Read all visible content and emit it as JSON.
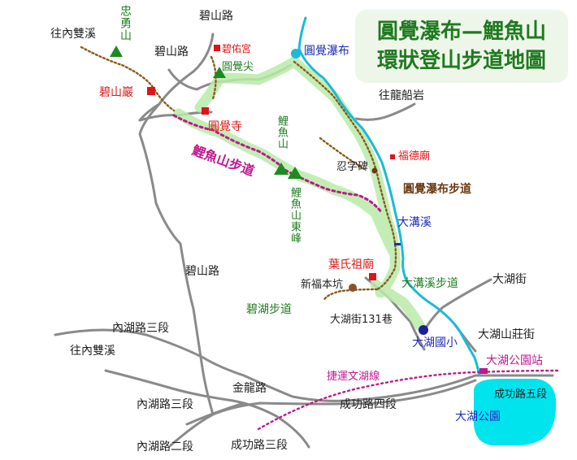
{
  "title": {
    "line1": "圓覺瀑布—鯉魚山",
    "line2": "環狀登山步道地圖"
  },
  "labels": {
    "zhongyong": "忠勇山",
    "bishan_rd_top": "碧山路",
    "to_neishuangxi_top": "往內雙溪",
    "bishan_rd_mid": "碧山路",
    "biyou_temple": "碧佑宮",
    "yuanjue_peak": "圓覺尖",
    "yuanjue_falls": "圓覺瀑布",
    "bishan_rock": "碧山巖",
    "liyu_mountain": "鯉魚山",
    "yuanjue_temple": "圓覺寺",
    "to_longchuan": "往龍船岩",
    "fude_temple": "福德廟",
    "liyu_trail": "鯉魚山步道",
    "renzi_stele": "忍字碑",
    "yuanjue_trail": "圓覺瀑布步道",
    "liyu_east_peak": "鯉魚山東峰",
    "dagou_creek": "大溝溪",
    "bishan_rd_low": "碧山路",
    "ye_temple": "葉氏祖廟",
    "xinfu_pit": "新福本坑",
    "dagou_trail": "大溝溪步道",
    "dahu_st": "大湖街",
    "bihu_trail": "碧湖步道",
    "dahu_st_131": "大湖街131巷",
    "neihu_rd3": "內湖路三段",
    "dahu_school": "大湖國小",
    "dahu_villa_st": "大湖山莊街",
    "to_neishuangxi_low": "往內雙溪",
    "dahu_park_station": "大湖公園站",
    "mrt_line": "捷運文湖線",
    "jinlong_rd": "金龍路",
    "chenggong_rd5": "成功路五段",
    "neihu_rd3_b": "內湖路三段",
    "chenggong_rd4": "成功路四段",
    "dahu_park": "大湖公園",
    "neihu_rd2": "內湖路二段",
    "chenggong_rd3": "成功路三段"
  },
  "colors": {
    "title_bg": "#eef6ea",
    "title_text": "#1f7a1f",
    "road": "#8a8a8a",
    "trail_glow": "#b8ecaa",
    "trail_dots": "#8b5a1a",
    "liyu_trail": "#c0188a",
    "river": "#1cbad6",
    "mrt": "#c0188a",
    "park_water": "#00e4ee",
    "temple": "#e0121a",
    "peak": "#1f8a1f"
  }
}
